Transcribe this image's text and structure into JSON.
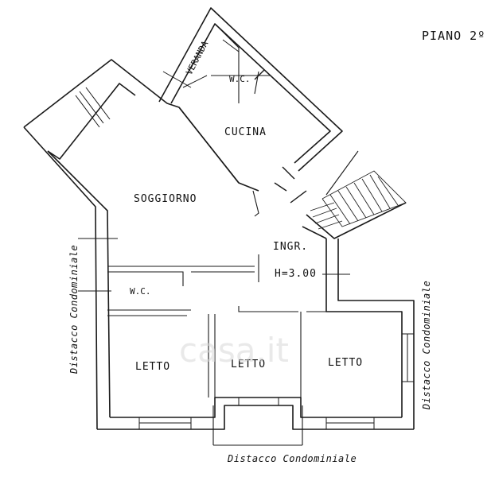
{
  "title": "PIANO 2º",
  "rooms": {
    "veranda": "VERANDA",
    "wc_top": "W.C.",
    "cucina": "CUCINA",
    "soggiorno": "SOGGIORNO",
    "ingresso": "INGR.",
    "height": "H=3.00",
    "wc_left": "W.C.",
    "letto_1": "LETTO",
    "letto_2": "LETTO",
    "letto_3": "LETTO"
  },
  "labels": {
    "left_side": "Distacco Condominiale",
    "right_side": "Distacco Condominiale",
    "bottom": "Distacco Condominiale"
  },
  "watermark": "casa.it"
}
